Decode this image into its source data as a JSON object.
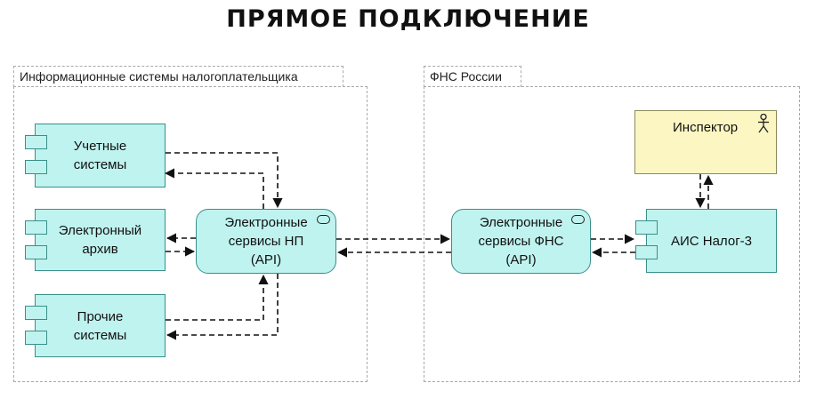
{
  "title": "ПРЯМОЕ ПОДКЛЮЧЕНИЕ",
  "groups": {
    "taxpayer": {
      "label": "Информационные системы налогоплательщика"
    },
    "fns": {
      "label": "ФНС России"
    }
  },
  "components": {
    "accounting": {
      "line1": "Учетные",
      "line2": "системы"
    },
    "archive": {
      "line1": "Электронный",
      "line2": "архив"
    },
    "other": {
      "line1": "Прочие",
      "line2": "системы"
    },
    "np_services": {
      "line1": "Электронные",
      "line2": "сервисы НП",
      "line3": "(API)"
    },
    "fns_services": {
      "line1": "Электронные",
      "line2": "сервисы ФНС",
      "line3": "(API)"
    },
    "ais": {
      "label": "АИС Налог-3"
    },
    "inspector": {
      "label": "Инспектор"
    }
  },
  "colors": {
    "component_fill": "#bff3ef",
    "component_border": "#3a8f8a",
    "actor_fill": "#fbf6c2",
    "group_border": "#a9a9a9"
  },
  "icons": {
    "component": "component-icon",
    "service": "service-icon",
    "actor": "actor-icon"
  }
}
